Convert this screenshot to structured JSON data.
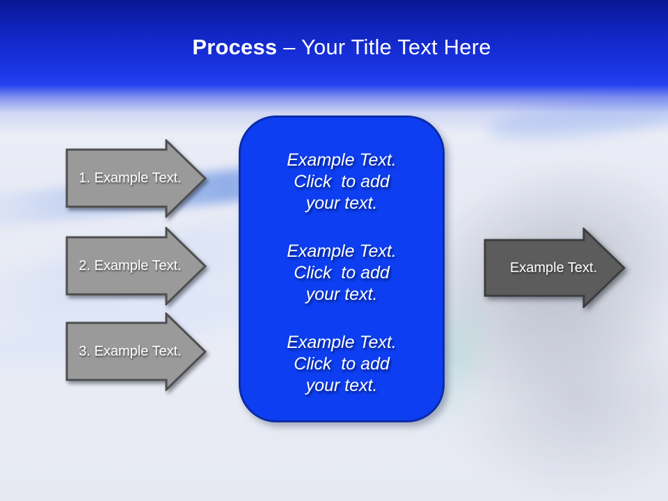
{
  "title": {
    "bold": "Process",
    "rest": " – Your Title Text Here"
  },
  "left_arrows": [
    {
      "label": "1. Example Text."
    },
    {
      "label": "2. Example Text."
    },
    {
      "label": "3. Example Text."
    }
  ],
  "right_arrow": {
    "label": "Example Text."
  },
  "center_box": {
    "blocks": [
      {
        "lines": [
          "Example Text.",
          "Click  to add",
          "your text."
        ]
      },
      {
        "lines": [
          "Example Text.",
          "Click  to add",
          "your text."
        ]
      },
      {
        "lines": [
          "Example Text.",
          "Click  to add",
          "your text."
        ]
      }
    ]
  },
  "colors": {
    "header_top": "#0a1792",
    "header_bottom": "#2542ee",
    "panel_blue": "#0d3ef2",
    "panel_border": "#0a2ca8",
    "arrow_gray": "#9a9a9a",
    "arrow_gray_border": "#4e4e4e",
    "arrow_dark_gray": "#5c5c5c",
    "arrow_dark_border": "#3d3d3d",
    "text_white": "#ffffff"
  }
}
